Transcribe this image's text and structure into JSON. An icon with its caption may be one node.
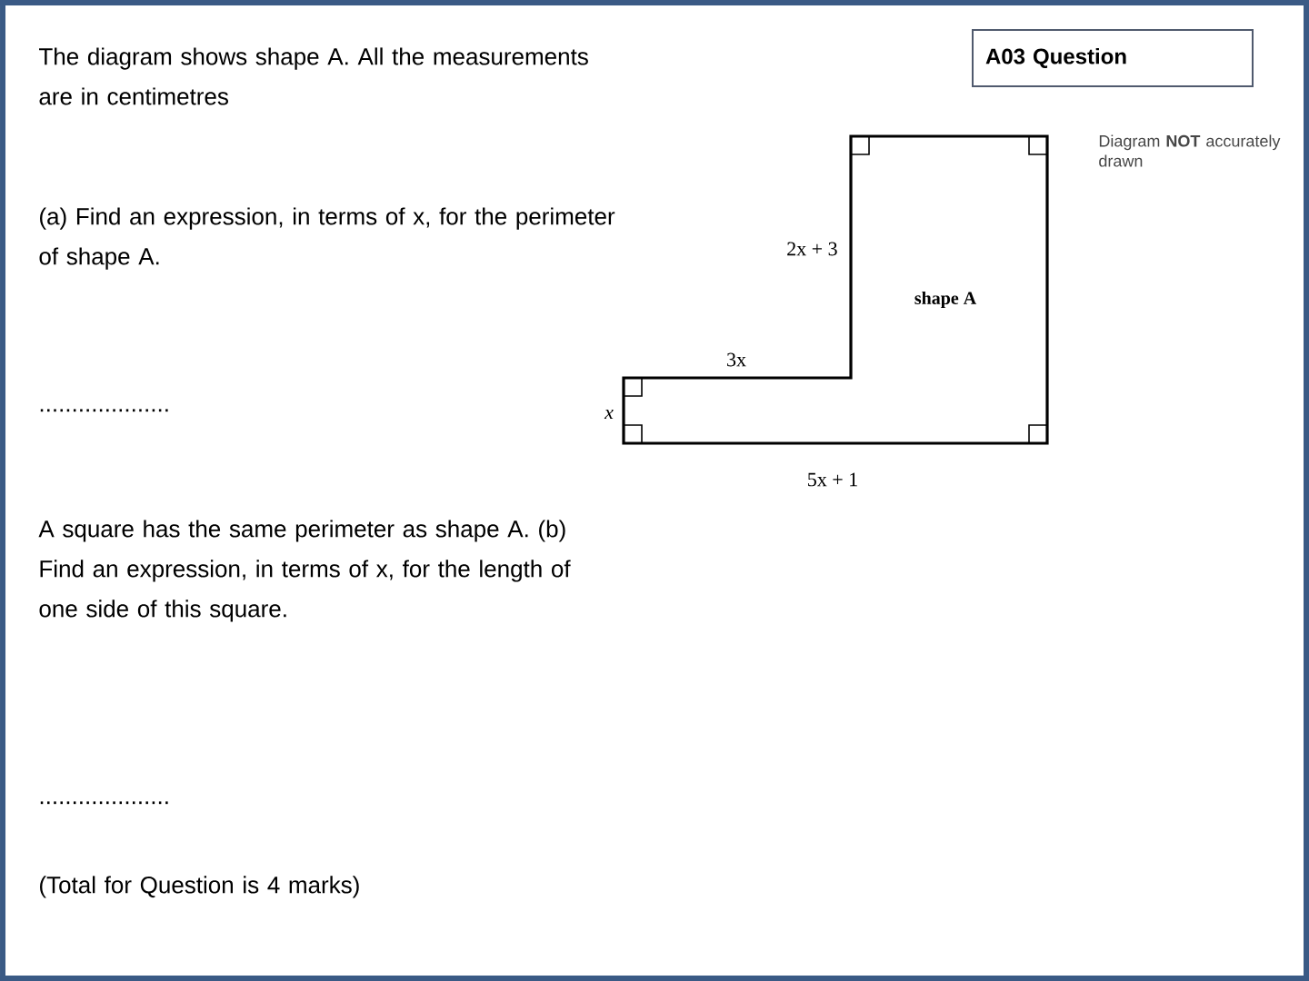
{
  "diagram": {
    "nodes": [
      {
        "text": [
          "shape A"
        ]
      },
      {
        "text": [
          "A03 Question"
        ]
      }
    ],
    "edges": [],
    "labels": [
      "The diagram shows shape A. All the measurements are in centimetres",
      "Diagram **NOT** accurately drawn",
      "2x + 3",
      "(a) Find an expression, in terms of x, for the perimeter of shape A.",
      "3x",
      "x",
      "....................",
      "5x + 1",
      "A square has the same perimeter as shape A. (b) Find an expression, in terms of x, for the length of one side of this square.",
      "....................",
      "(Total for Question is 4 marks)"
    ]
  }
}
